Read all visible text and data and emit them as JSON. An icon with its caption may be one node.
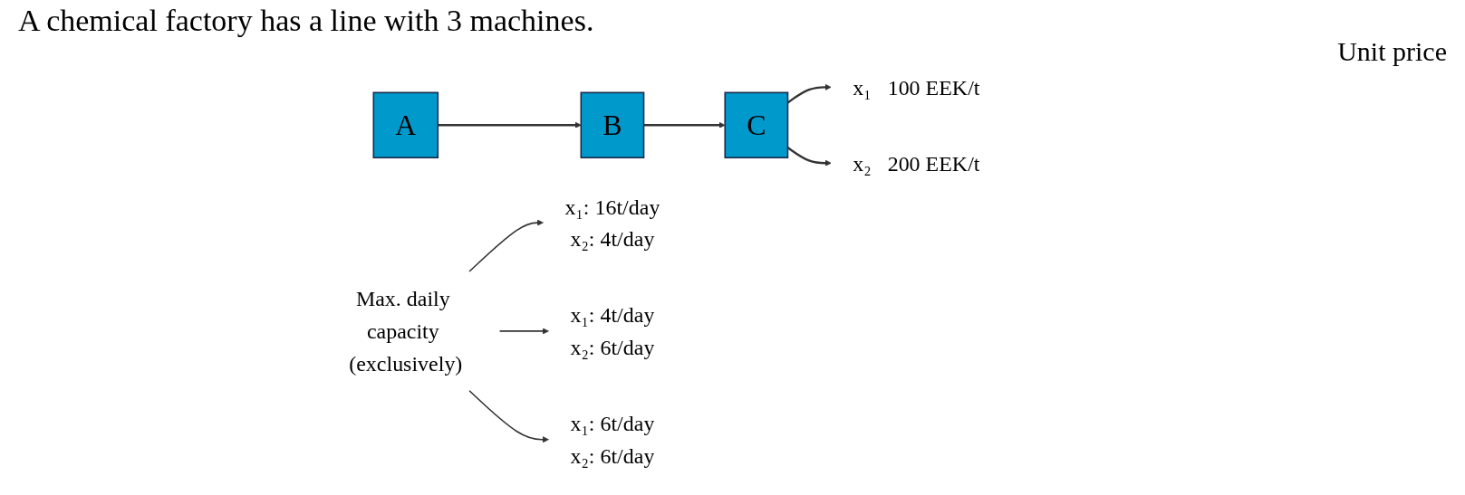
{
  "diagram": {
    "title": "A chemical factory has a line with 3 machines.",
    "nodes": [
      {
        "text": [
          "A"
        ]
      },
      {
        "text": [
          "B"
        ]
      },
      {
        "text": [
          "C"
        ]
      },
      {
        "text": [
          "x₁"
        ],
        "beside": [
          "100 EEK/t"
        ]
      },
      {
        "text": [
          "x₂"
        ],
        "beside": [
          "200 EEK/t"
        ]
      },
      {
        "text": [
          "x₁: 16t/day",
          "x₂: 4t/day"
        ]
      },
      {
        "text": [
          "x₁: 4t/day",
          "x₂: 6t/day"
        ]
      },
      {
        "text": [
          "x₁: 6t/day",
          "x₂: 6t/day"
        ]
      },
      {
        "text": [
          "Max. daily capacity (exclusively)"
        ]
      }
    ],
    "edges": [
      {
        "from": 0,
        "to": 1,
        "arrow": "to"
      },
      {
        "from": 1,
        "to": 2,
        "arrow": "to"
      },
      {
        "from": 2,
        "to": 3,
        "arrow": "to"
      },
      {
        "from": 2,
        "to": 4,
        "arrow": "to"
      },
      {
        "from": 8,
        "to": 5,
        "arrow": "to"
      },
      {
        "from": 8,
        "to": 6,
        "arrow": "to"
      },
      {
        "from": 8,
        "to": 7,
        "arrow": "to"
      }
    ],
    "labels": [
      "Unit price"
    ]
  }
}
